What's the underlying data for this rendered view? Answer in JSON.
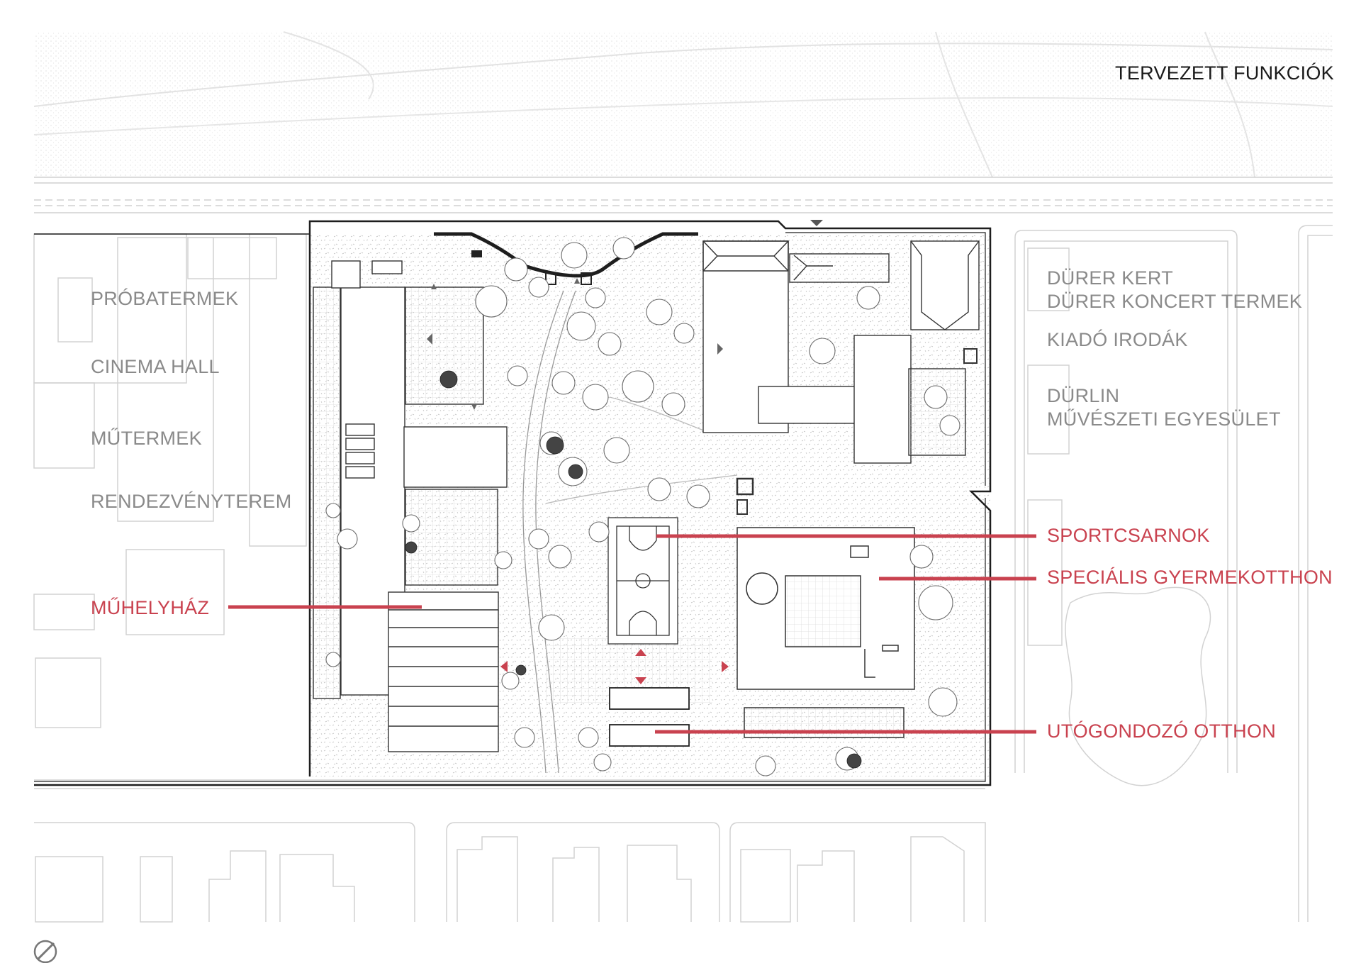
{
  "title": "TERVEZETT FUNKCIÓK",
  "colors": {
    "accent_red": "#c9424f",
    "label_grey": "#8a8a8a",
    "title_black": "#1a1a1a",
    "line_grey": "#9a9a9a"
  },
  "surrounding_labels": {
    "west": [
      "PRÓBATERMEK",
      "CINEMA HALL",
      "MŰTERMEK",
      "RENDEZVÉNYTEREM"
    ],
    "east_durer_1": "DÜRER KERT",
    "east_durer_2": "DÜRER KONCERT TERMEK",
    "east_offices": "KIADÓ IRODÁK",
    "east_durlin_1": "DÜRLIN",
    "east_durlin_2": "MŰVÉSZETI EGYESÜLET"
  },
  "planned_functions": {
    "workshop": "MŰHELYHÁZ",
    "sports_hall": "SPORTCSARNOK",
    "childrens_home": "SPECIÁLIS GYERMEKOTTHON",
    "aftercare_home": "UTÓGONDOZÓ OTTHON"
  },
  "icons": [
    "compass-icon"
  ]
}
